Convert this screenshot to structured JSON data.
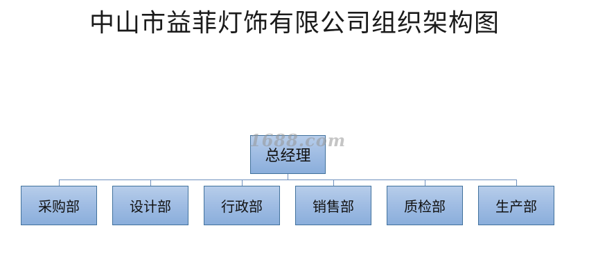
{
  "title": "中山市益菲灯饰有限公司组织架构图",
  "watermark": "1688.com",
  "root": {
    "label": "总经理"
  },
  "departments": [
    {
      "label": "采购部"
    },
    {
      "label": "设计部"
    },
    {
      "label": "行政部"
    },
    {
      "label": "销售部"
    },
    {
      "label": "质检部"
    },
    {
      "label": "生产部"
    }
  ],
  "colors": {
    "box_fill": "#9fbce3",
    "box_border": "#41719c",
    "connector": "#6d8fbd"
  }
}
